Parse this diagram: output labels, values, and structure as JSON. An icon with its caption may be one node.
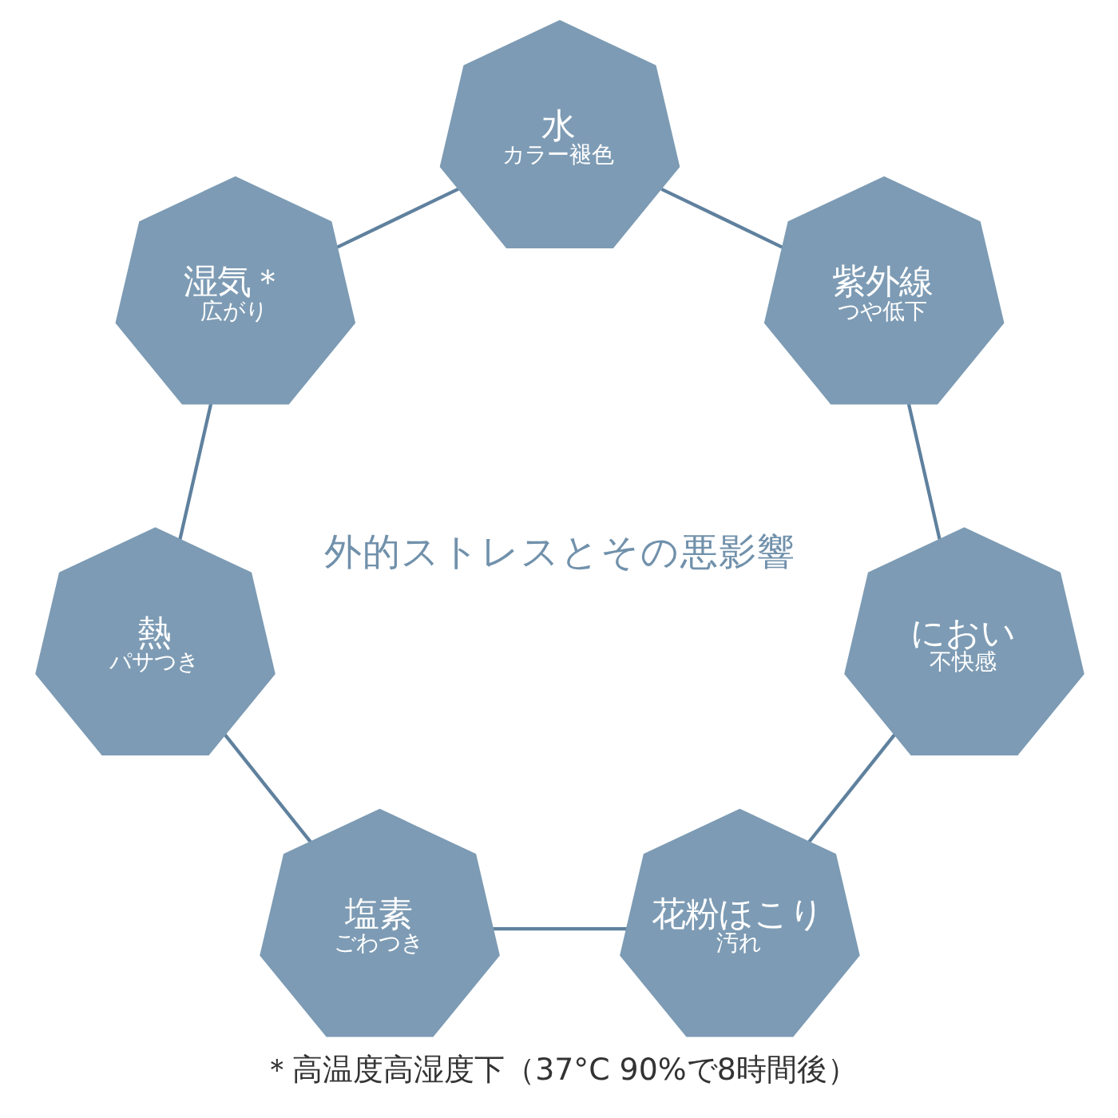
{
  "diagram": {
    "caption": "＊高温度高湿度下（37°C 90%で8時間後）",
    "nodes": [
      {
        "text": [
          "水",
          "カラー褪色"
        ]
      },
      {
        "text": [
          "湿気＊",
          "広がり"
        ]
      },
      {
        "text": [
          "紫外線",
          "つや低下"
        ]
      },
      {
        "text": [
          "熱",
          "パサつき"
        ]
      },
      {
        "text": [
          "におい",
          "不快感"
        ]
      },
      {
        "text": [
          "塩素",
          "ごわつき"
        ]
      },
      {
        "text": [
          "花粉ほこり",
          "汚れ"
        ]
      }
    ],
    "edges": [
      {
        "from": 0,
        "to": 2,
        "arrow": "none"
      },
      {
        "from": 2,
        "to": 4,
        "arrow": "none"
      },
      {
        "from": 4,
        "to": 6,
        "arrow": "none"
      },
      {
        "from": 6,
        "to": 5,
        "arrow": "none"
      },
      {
        "from": 5,
        "to": 3,
        "arrow": "none"
      },
      {
        "from": 3,
        "to": 1,
        "arrow": "none"
      },
      {
        "from": 1,
        "to": 0,
        "arrow": "none"
      }
    ],
    "labels": [
      "外的ストレスとその悪影響"
    ]
  }
}
